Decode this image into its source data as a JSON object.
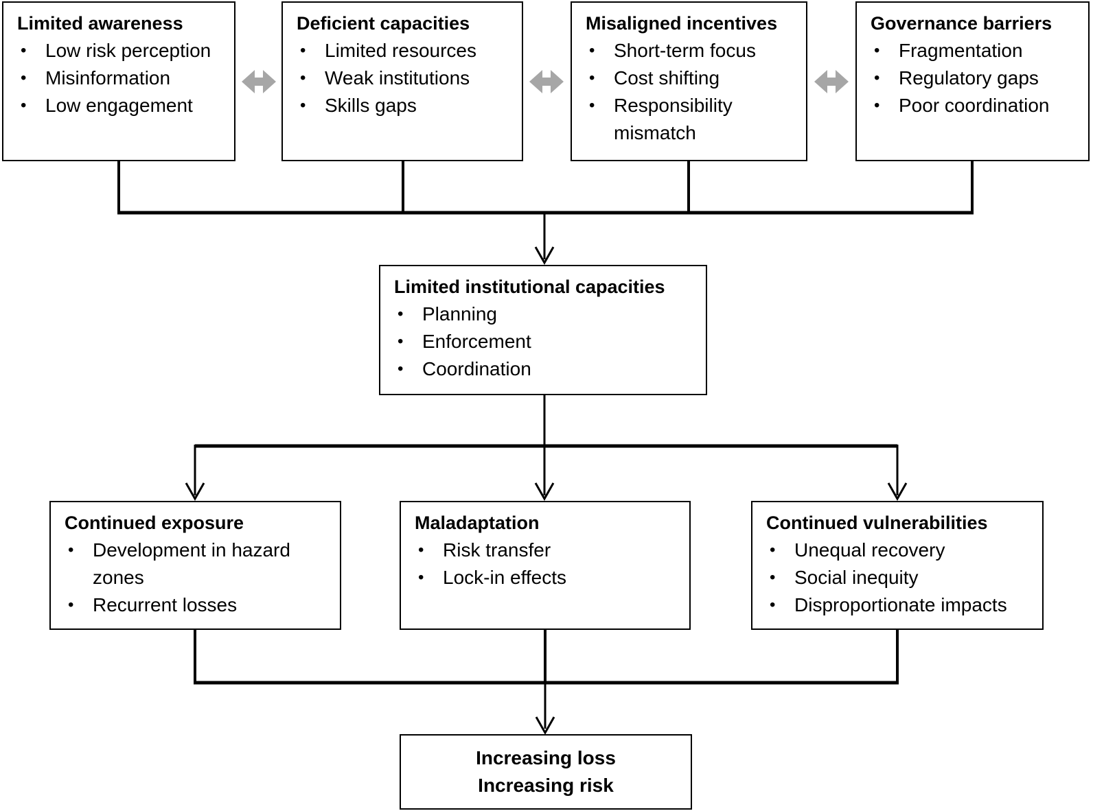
{
  "diagram": {
    "colors": {
      "background": "#ffffff",
      "box_border": "#000000",
      "text": "#000000",
      "connector": "#000000",
      "double_arrow": "#a6a6a6"
    },
    "top_row": [
      {
        "title": "Limited awareness",
        "bullets": [
          "Low risk perception",
          "Misinformation",
          "Low engagement"
        ]
      },
      {
        "title": "Deficient capacities",
        "bullets": [
          "Limited resources",
          "Weak institutions",
          "Skills gaps"
        ]
      },
      {
        "title": "Misaligned incentives",
        "bullets": [
          "Short-term focus",
          "Cost shifting",
          "Responsibility mismatch"
        ]
      },
      {
        "title": "Governance barriers",
        "bullets": [
          "Fragmentation",
          "Regulatory gaps",
          "Poor coordination"
        ]
      }
    ],
    "middle_box": {
      "title": "Limited institutional capacities",
      "bullets": [
        "Planning",
        "Enforcement",
        "Coordination"
      ]
    },
    "outcome_row": [
      {
        "title": "Continued exposure",
        "bullets": [
          "Development in hazard zones",
          "Recurrent losses"
        ]
      },
      {
        "title": "Maladaptation",
        "bullets": [
          "Risk transfer",
          "Lock-in effects"
        ]
      },
      {
        "title": "Continued vulnerabilities",
        "bullets": [
          "Unequal recovery",
          "Social inequity",
          "Disproportionate impacts"
        ]
      }
    ],
    "final_box": {
      "line1": "Increasing loss",
      "line2": "Increasing risk"
    }
  }
}
